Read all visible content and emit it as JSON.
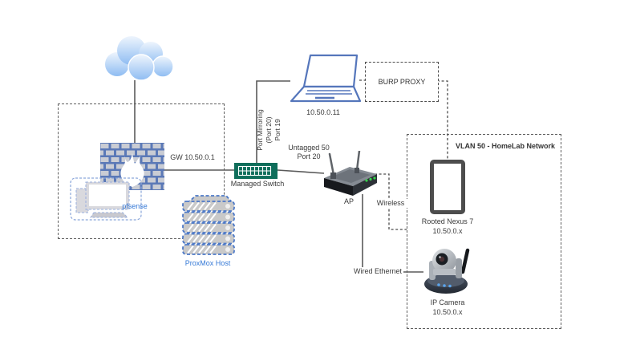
{
  "zones": {
    "vlan50": {
      "label": "VLAN 50 - HomeLab Network"
    }
  },
  "nodes": {
    "internet_cloud": {
      "icon": "cloud-icon"
    },
    "firewall": {
      "icon": "firewall-icon",
      "label": "pfsense"
    },
    "virtual_pc": {
      "icon": "desktop-pc-icon"
    },
    "proxmox_host": {
      "icon": "server-stack-icon",
      "label": "ProxMox Host"
    },
    "managed_switch": {
      "icon": "network-switch-icon",
      "label": "Managed Switch"
    },
    "laptop": {
      "icon": "laptop-icon",
      "label": "10.50.0.11"
    },
    "burp_proxy": {
      "label": "BURP PROXY"
    },
    "access_point": {
      "icon": "wireless-router-icon",
      "label": "AP"
    },
    "nexus7": {
      "icon": "tablet-icon",
      "label": "Rooted Nexus 7",
      "ip": "10.50.0.x"
    },
    "ip_camera": {
      "icon": "ip-camera-icon",
      "label": "IP Camera",
      "ip": "10.50.0.x"
    }
  },
  "links": {
    "gateway": {
      "label": "GW 10.50.0.1"
    },
    "port_mirror": {
      "line1": "Port Mirroring",
      "line2": "(Port 20)",
      "line3": "Port 19"
    },
    "untagged": {
      "line1": "Untagged 50",
      "line2": "Port 20"
    },
    "wireless": {
      "label": "Wireless"
    },
    "wired": {
      "label": "Wired Ethernet"
    }
  },
  "colors": {
    "connector": "#5a5a5a",
    "blue_label": "#3478d6",
    "switch_green": "#0f6e5b",
    "laptop_blue": "#5576bb",
    "firewall_blue": "#5b79b7",
    "brick_gray": "#c9ccd4",
    "led_green": "#35d24b",
    "led_blue": "#5aa4ec"
  }
}
